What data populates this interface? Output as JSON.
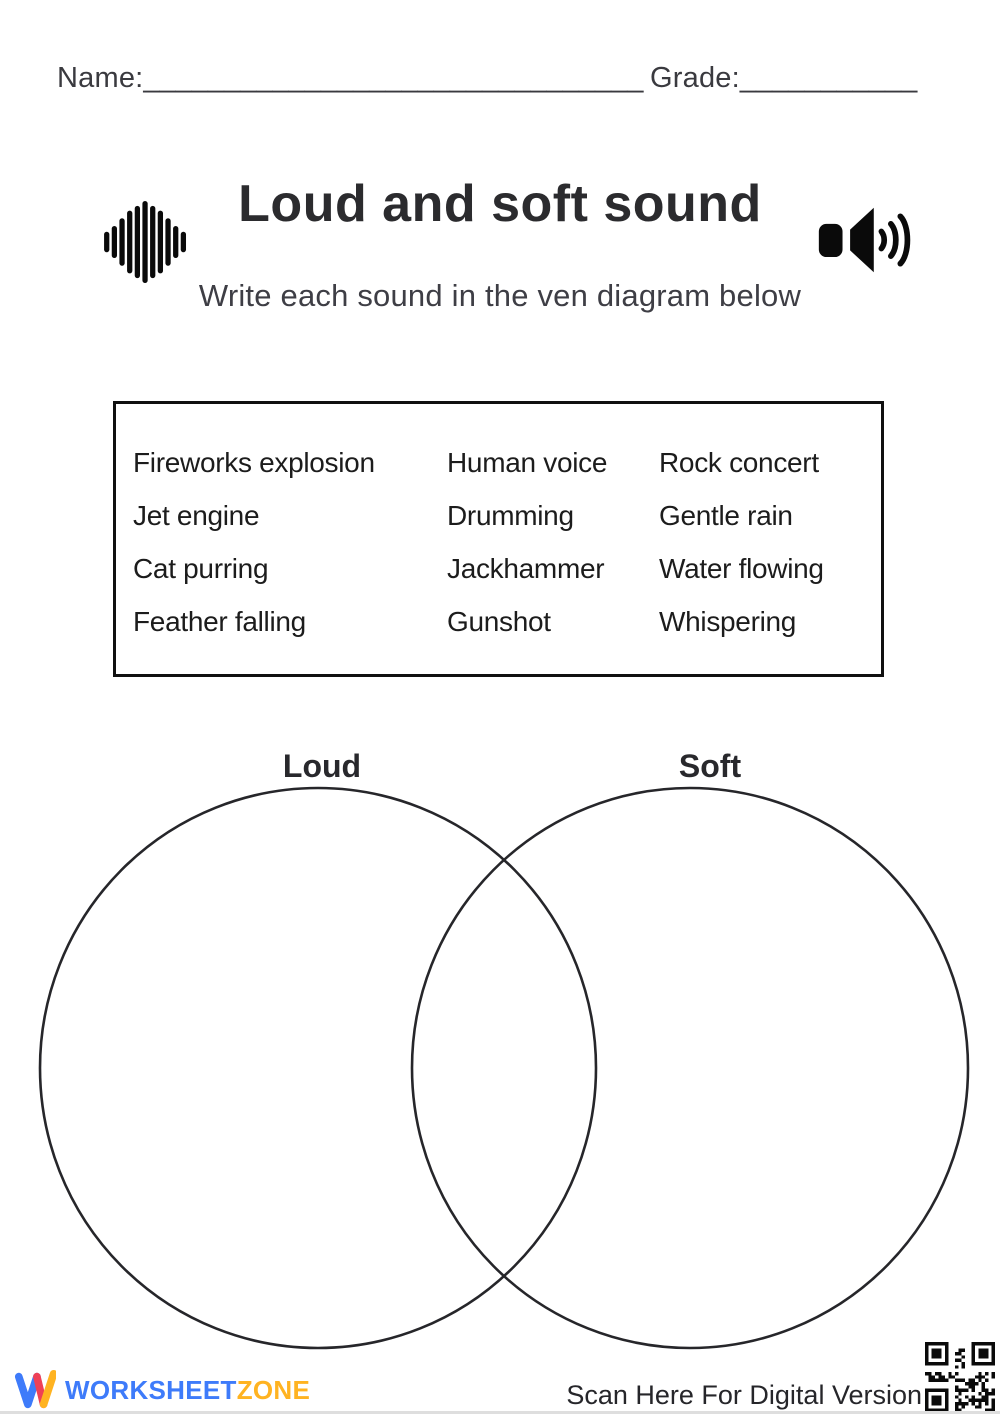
{
  "page": {
    "header": {
      "name_label": "Name:",
      "name_line": "_______________________________",
      "grade_label": "Grade:",
      "grade_line": "___________"
    },
    "title": "Loud and soft sound",
    "subtitle": "Write each sound in the ven diagram below",
    "word_bank": {
      "columns": [
        {
          "items": [
            "Fireworks explosion",
            "Jet engine",
            "Cat purring",
            "Feather falling"
          ]
        },
        {
          "items": [
            "Human voice",
            "Drumming",
            "Jackhammer",
            "Gunshot"
          ]
        },
        {
          "items": [
            "Rock concert",
            "Gentle rain",
            "Water flowing",
            "Whispering"
          ]
        }
      ]
    },
    "venn": {
      "left_label": "Loud",
      "right_label": "Soft"
    },
    "footer": {
      "brand_part1": "WORKSHEET",
      "brand_part2": "ZONE",
      "scan_label": "Scan Here For Digital Version"
    },
    "icons": {
      "left": "sound-wave-icon",
      "right": "speaker-volume-icon",
      "qr": "qr-code"
    },
    "colors": {
      "brand_blue": "#3E7BFA",
      "brand_yellow": "#FFB321",
      "brand_red": "#EF4056",
      "ink": "#222222"
    }
  }
}
